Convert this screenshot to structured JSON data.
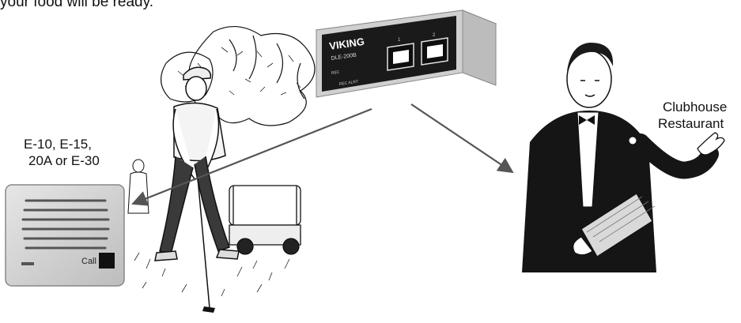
{
  "caption": "your food will be ready.",
  "callbox": {
    "model_label": "E-10, E-15,",
    "model_label_2": "20A or E-30",
    "button_text": "Call"
  },
  "device": {
    "brand": "VIKING",
    "model": "DLE-200B",
    "port_label_1": "1",
    "port_label_2": "2",
    "led_label": "REC",
    "bottom_text": "REC ALRT"
  },
  "destination": {
    "label": "Clubhouse",
    "label_2": "Restaurant"
  },
  "colors": {
    "box": "#d6d6d6",
    "panel": "#1a1a1a",
    "arrow": "#555555",
    "ink": "#111111"
  }
}
